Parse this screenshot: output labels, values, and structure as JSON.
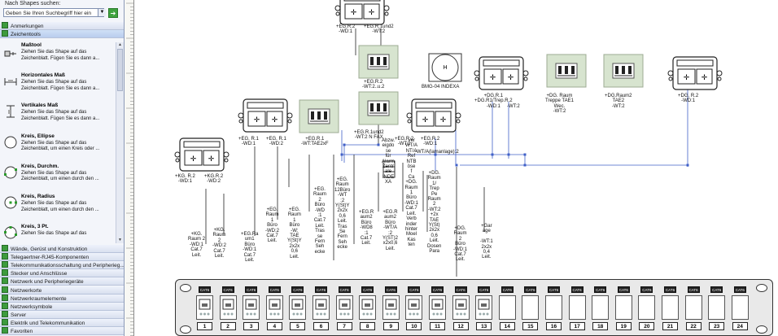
{
  "panel": {
    "search_label": "Nach Shapes suchen:",
    "search_placeholder": "Geben Sie Ihren Suchbegriff hier ein",
    "top_categories": [
      "Anmerkungen",
      "Zeichentools"
    ],
    "shapes": [
      {
        "title": "Maßtool",
        "desc": "Ziehen Sie das Shape auf das Zeichenblatt. Fügen Sie es dann a...",
        "icon": "dimension-tool-icon"
      },
      {
        "title": "Horizontales Maß",
        "desc": "Ziehen Sie das Shape auf das Zeichenblatt. Fügen Sie es dann a...",
        "icon": "horizontal-dimension-icon"
      },
      {
        "title": "Vertikales Maß",
        "desc": "Ziehen Sie das Shape auf das Zeichenblatt. Fügen Sie es dann a...",
        "icon": "vertical-dimension-icon"
      },
      {
        "title": "Kreis, Ellipse",
        "desc": "Ziehen Sie das Shape auf das Zeichenblatt, um einen Kreis oder ...",
        "icon": "circle-icon"
      },
      {
        "title": "Kreis, Durchm.",
        "desc": "Ziehen Sie das Shape auf das Zeichenblatt, um einen durch den ...",
        "icon": "circle-diameter-icon"
      },
      {
        "title": "Kreis, Radius",
        "desc": "Ziehen Sie das Shape auf das Zeichenblatt, um einen durch den ...",
        "icon": "circle-radius-icon"
      },
      {
        "title": "Kreis, 3 Pt.",
        "desc": "Ziehen Sie das Shape auf das",
        "icon": "circle-3pt-icon"
      }
    ],
    "bottom_categories": [
      "Wände, Gerüst und Konstruktion",
      "Telegaertner-RJ45-Komponenten",
      "Telekommunikationsschaltung und Peripherieg...",
      "Stecker und Anschlüsse",
      "Netzwerk und Peripheriegeräte",
      "Netzwerkorte",
      "Netzwerkraumelemente",
      "Netzwerksymbole",
      "Server",
      "Elektrik und Telekommunikation",
      "Favoriten"
    ]
  },
  "canvas": {
    "outlet_labels": [
      "+EG.R.2\n-WD:1",
      "+EG.R.1und2\n-WT:2",
      "+EG.R.2\n-WT:2..u.2",
      "BMG-04 INDEXA",
      "+EG.R.1und2\n-WT:2 N FAX",
      "+DG.R.1\n+DG.R1/Trep.R.2\n-WD:1",
      "-WT:2",
      "+DG. Raum\nTreppe TAE1\nWec.\n-WT:2",
      "+DG.Raum2\nTAE2\n-WT:2",
      "+DG. R.2\n-WD:1",
      "+EG. R.1\n-WD:1",
      "+EG. R.1\n-WD:2",
      "+EG.R.1\n-WT:TAE2xF",
      "+EG.R.2\n-WT:1",
      "+EG.R.2\n-WD:1",
      "+KG. R.2\n-WD:1",
      "+KG.R.2\n-WD:2"
    ],
    "cable_labels": [
      "+KG.\nRaum 2\n-WD:1\nCat.7\nLeit.",
      "+KG.\nRaum\n2\n-WD:2\nCat.7\nLeit.",
      "+EG.Ra\num1\nBüro\n-WD:1\nCat.7\nLeit.",
      "+EG.\nRaum\n1\nBüro\n-WD:2\nCat.7\nLeit.",
      "+EG.\nRaum\n1\nBüro\n-W:\nTAE\nY(St)Y\n2x2x\n0,6\nLeit.",
      "+EG.\nRaum\n2\nBüro\n-WD\n:1\nCat.7\nLeit.\nTras\nse\nFern\nSeh\necke",
      "+EG.\nRaum\n12Büro\n-WT\n:2\nY(St)Y\n2x2x\n0,6\nLeit.\nTras\nSe\nFern\nSeh\necke",
      "+EG.R\naum2\nBüro\n-WD8\n:1\nCat.7\nLeit.",
      "+EG.R\naum2\nBüro\n-WT/A\n:2\nY(ST)2\nx2x0,6\nLeit.",
      "Abzw.\neigdo\nse\nfür\nAlarm\nZentr\nale\nINDE\nXA",
      "Ver\nWT/A\nNT/A\nRef\nNTB\nöse\nf\nCa\n+DG.\nRaum\n1\nBüro\n-WD:1\nCat.7\nLeit.\nVerb\ninder\nhinter\nMoel\nKas\nten",
      "+DG.\nRaum\n1/\nTrep\nPe\nRaum\n2\n-WT:2\n+2x\nTAE\nY(St)\n2x2x\n0,6\nLeit.\nDosen\nPara",
      "+DG.\nRaum\n2\nBüro\n-WD:1\nCat.7\nLeit.",
      "+Gar\nage\n\n-WT:1\n2x2x\n0,4\nLeit."
    ],
    "alarm_note": "-WT/A(lamanlage):2",
    "detector_letter": "H"
  },
  "patch_panel": {
    "badge_text": "CAT6",
    "ports": [
      "1",
      "2",
      "3",
      "4",
      "5",
      "6",
      "7",
      "8",
      "9",
      "10",
      "11",
      "12",
      "13",
      "14",
      "15",
      "16",
      "17",
      "18",
      "19",
      "20",
      "21",
      "22",
      "23",
      "24"
    ]
  }
}
